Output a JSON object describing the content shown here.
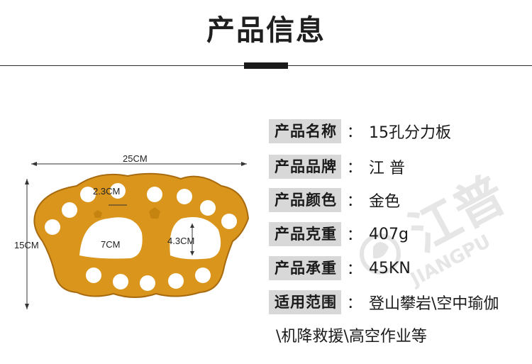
{
  "header": {
    "title": "产品信息"
  },
  "specs": [
    {
      "label": "产品名称",
      "value": "15孔分力板"
    },
    {
      "label": "产品品牌",
      "value": "江 普"
    },
    {
      "label": "产品颜色",
      "value": "金色"
    },
    {
      "label": "产品克重",
      "value": "407g"
    },
    {
      "label": "产品承重",
      "value": "45KN"
    },
    {
      "label": "适用范围",
      "value": "登山攀岩\\空中瑜伽"
    }
  ],
  "specs_continuation": "\\机降救援\\高空作业等",
  "colon": "：",
  "dimensions": {
    "width": "25CM",
    "height": "15CM",
    "hole": "2.3CM",
    "big_hole_width": "7CM",
    "big_hole_height": "4.3CM"
  },
  "watermark": {
    "brand_cn": "江普",
    "brand_en": "JIANGPU"
  },
  "colors": {
    "plate": "#d9951c",
    "plate_dark": "#a86a0e",
    "label_bg": "#d8d8d8",
    "watermark": "#e6e6e6"
  }
}
